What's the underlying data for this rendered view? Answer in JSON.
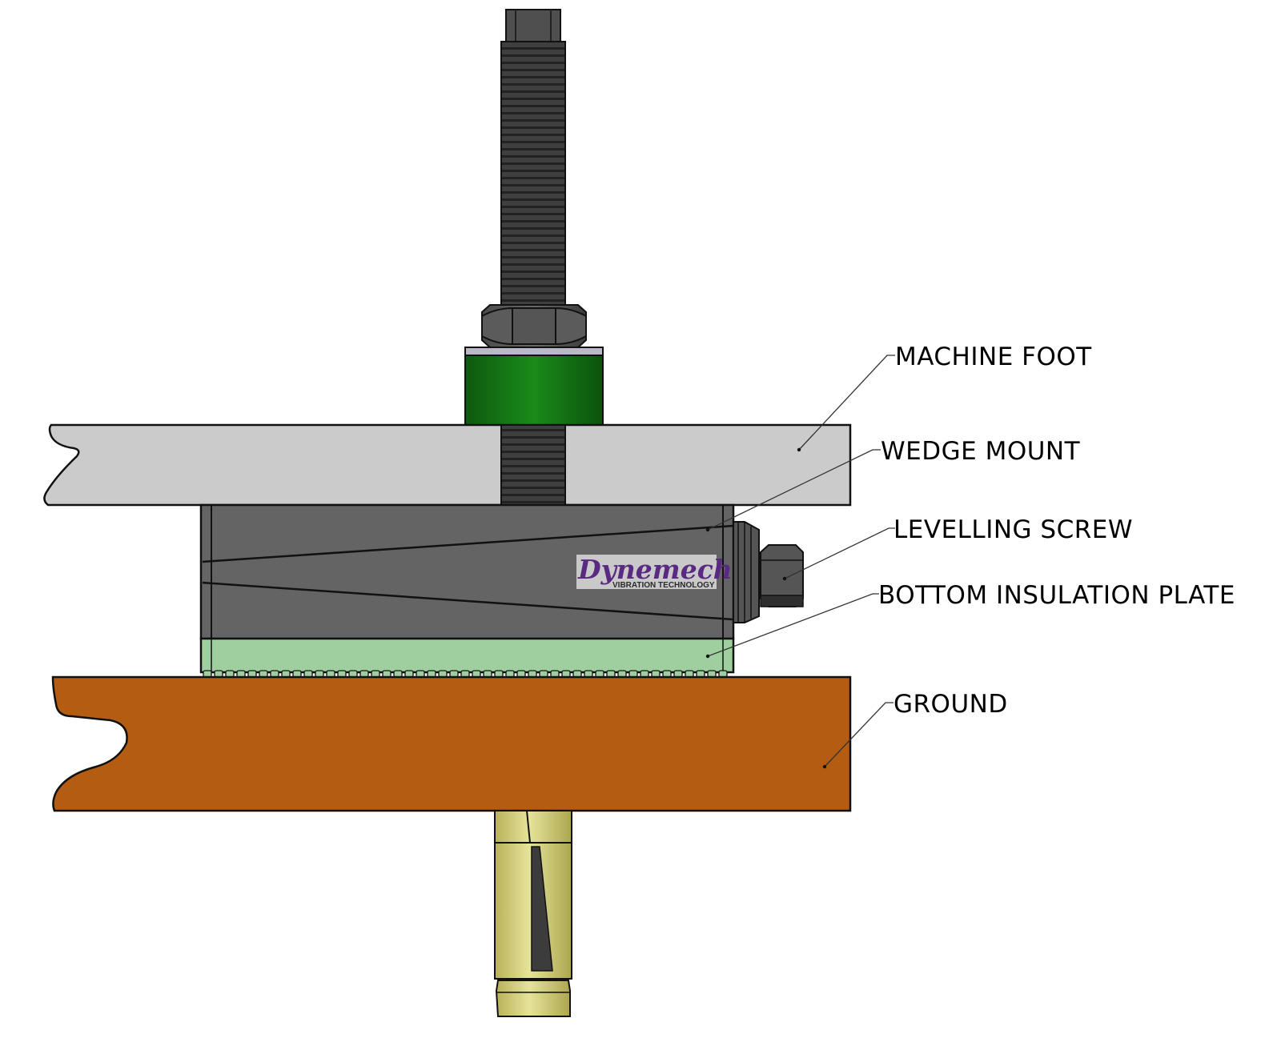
{
  "labels": {
    "machine_foot": "MACHINE FOOT",
    "wedge_mount": "WEDGE MOUNT",
    "levelling_screw": "LEVELLING SCREW",
    "bottom_insulation_plate": "BOTTOM INSULATION PLATE",
    "ground": "GROUND"
  },
  "logo": {
    "brand": "Dynemech",
    "tagline": "VIBRATION TECHNOLOGY"
  },
  "colors": {
    "machine_foot": "#cbcbcb",
    "wedge_mount": "#646464",
    "bottom_insulation_plate": "#9fcf9f",
    "ground": "#b45d12",
    "washer": "#167016",
    "anchor": "#d7d37a",
    "logo_bg": "#c9c9c9",
    "logo_text": "#5a2a82"
  },
  "icons": {
    "threaded_rod": "threaded-rod-icon",
    "hex_nut": "hex-nut-icon",
    "anchor_bolt": "expansion-anchor-icon"
  }
}
